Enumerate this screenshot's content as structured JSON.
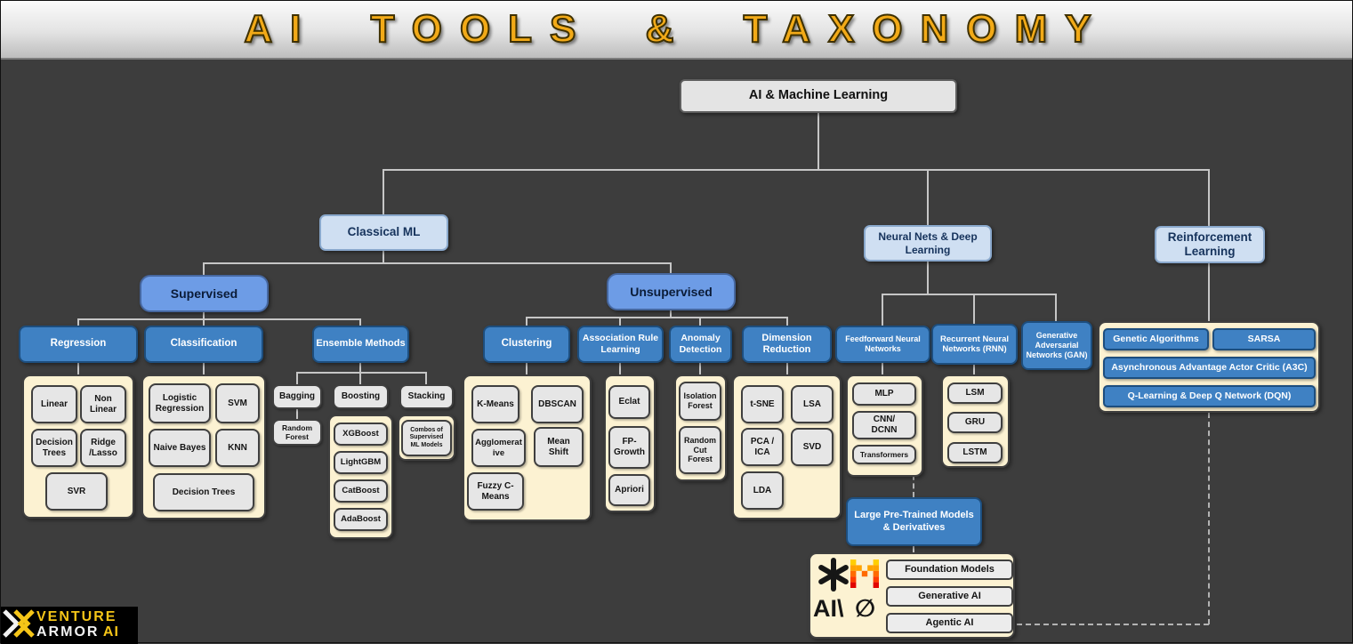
{
  "title": "AI TOOLS & TAXONOMY",
  "root": {
    "label": "AI & Machine Learning"
  },
  "branches": {
    "classical_ml": "Classical ML",
    "neural_nets": "Neural Nets & Deep Learning",
    "reinforcement_learning": "Reinforcement Learning"
  },
  "supervised_label": "Supervised",
  "unsupervised_label": "Unsupervised",
  "supervised": {
    "regression": {
      "label": "Regression",
      "items": [
        "Linear",
        "Non Linear",
        "Decision Trees",
        "Ridge\n/Lasso",
        "SVR"
      ]
    },
    "classification": {
      "label": "Classification",
      "items": [
        "Logistic Regression",
        "SVM",
        "Naive Bayes",
        "KNN",
        "Decision Trees"
      ]
    },
    "ensemble": {
      "label": "Ensemble Methods",
      "bagging_label": "Bagging",
      "bagging_items": [
        "Random Forest"
      ],
      "boosting_label": "Boosting",
      "boosting_items": [
        "XGBoost",
        "LightGBM",
        "CatBoost",
        "AdaBoost"
      ],
      "stacking_label": "Stacking",
      "stacking_items": [
        "Combos of Supervised ML Models"
      ]
    }
  },
  "unsupervised": {
    "clustering": {
      "label": "Clustering",
      "items": [
        "K-Means",
        "DBSCAN",
        "Agglomerative",
        "Mean Shift",
        "Fuzzy C-Means"
      ]
    },
    "association": {
      "label": "Association Rule Learning",
      "items": [
        "Eclat",
        "FP-Growth",
        "Apriori"
      ]
    },
    "anomaly": {
      "label": "Anomaly Detection",
      "items": [
        "Isolation Forest",
        "Random Cut Forest"
      ]
    },
    "dimension": {
      "label": "Dimension Reduction",
      "items": [
        "t-SNE",
        "LSA",
        "PCA / ICA",
        "SVD",
        "LDA"
      ]
    }
  },
  "neural": {
    "feedforward": {
      "label": "Feedforward Neural Networks",
      "items": [
        "MLP",
        "CNN/\nDCNN",
        "Transformers"
      ]
    },
    "recurrent": {
      "label": "Recurrent Neural Networks (RNN)",
      "items": [
        "LSM",
        "GRU",
        "LSTM"
      ]
    },
    "gan": {
      "label": "Generative Adversarial Networks (GAN)"
    }
  },
  "pretrained": {
    "label": "Large Pre-Trained Models & Derivatives",
    "items": [
      "Foundation Models",
      "Generative AI",
      "Agentic AI"
    ],
    "logo_ai_slash": "AI\\",
    "logo_null": "∅"
  },
  "reinforcement": {
    "items": [
      "Genetic Algorithms",
      "SARSA",
      "Asynchronous Advantage Actor Critic (A3C)",
      "Q-Learning & Deep Q Network (DQN)"
    ]
  },
  "watermark": {
    "line1": "VENTURE",
    "line2_a": "ARMOR",
    "line2_b": "AI"
  }
}
